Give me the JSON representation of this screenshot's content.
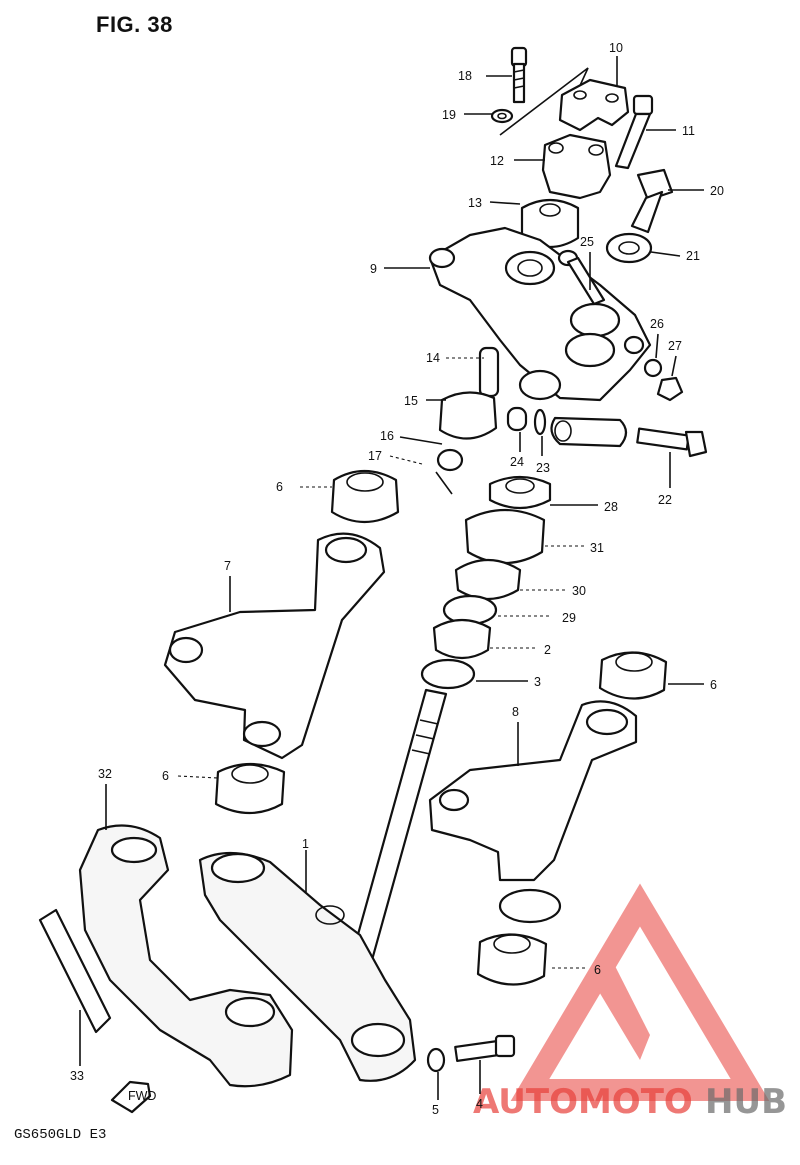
{
  "figure": {
    "title": "FIG. 38",
    "model": "GS650GLD E3"
  },
  "callouts": [
    {
      "id": "1",
      "label": "1"
    },
    {
      "id": "2",
      "label": "2"
    },
    {
      "id": "3",
      "label": "3"
    },
    {
      "id": "4",
      "label": "4"
    },
    {
      "id": "5",
      "label": "5"
    },
    {
      "id": "6a",
      "label": "6"
    },
    {
      "id": "6b",
      "label": "6"
    },
    {
      "id": "6c",
      "label": "6"
    },
    {
      "id": "6d",
      "label": "6"
    },
    {
      "id": "7",
      "label": "7"
    },
    {
      "id": "8",
      "label": "8"
    },
    {
      "id": "9",
      "label": "9"
    },
    {
      "id": "10",
      "label": "10"
    },
    {
      "id": "11",
      "label": "11"
    },
    {
      "id": "12",
      "label": "12"
    },
    {
      "id": "13",
      "label": "13"
    },
    {
      "id": "14",
      "label": "14"
    },
    {
      "id": "15",
      "label": "15"
    },
    {
      "id": "16",
      "label": "16"
    },
    {
      "id": "17",
      "label": "17"
    },
    {
      "id": "18",
      "label": "18"
    },
    {
      "id": "19",
      "label": "19"
    },
    {
      "id": "20",
      "label": "20"
    },
    {
      "id": "21",
      "label": "21"
    },
    {
      "id": "22",
      "label": "22"
    },
    {
      "id": "23",
      "label": "23"
    },
    {
      "id": "24",
      "label": "24"
    },
    {
      "id": "25",
      "label": "25"
    },
    {
      "id": "26",
      "label": "26"
    },
    {
      "id": "27",
      "label": "27"
    },
    {
      "id": "28",
      "label": "28"
    },
    {
      "id": "29",
      "label": "29"
    },
    {
      "id": "30",
      "label": "30"
    },
    {
      "id": "31",
      "label": "31"
    },
    {
      "id": "32",
      "label": "32"
    },
    {
      "id": "33",
      "label": "33"
    }
  ],
  "fwd_arrow": "FWD",
  "watermark": {
    "brand_part1": "AUTOMOTO",
    "brand_part2": "HUB",
    "color_primary": "#e8403a",
    "color_secondary": "#6b6b6b"
  }
}
